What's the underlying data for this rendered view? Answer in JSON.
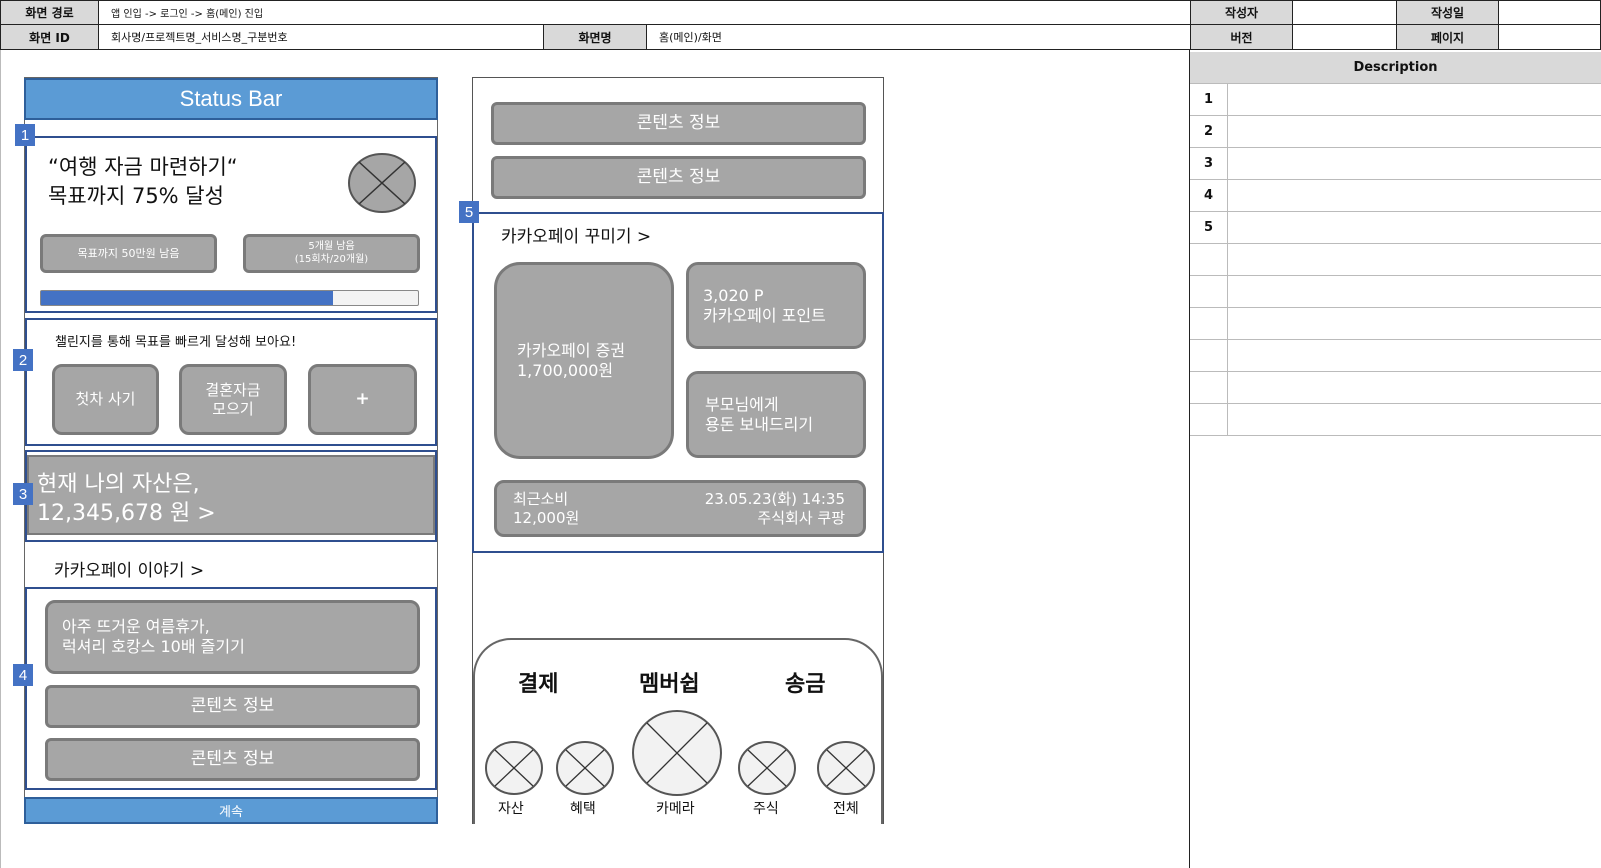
{
  "header": {
    "screen_path_label": "화면 경로",
    "screen_path": "앱 인입 -> 로그인 -> 홈(메인) 진입",
    "author_label": "작성자",
    "author": "",
    "date_label": "작성일",
    "date": "",
    "screen_id_label": "화면 ID",
    "screen_id": "회사명/프로젝트명_서비스명_구분번호",
    "screen_name_label": "화면명",
    "screen_name": "홈(메인)/화면",
    "version_label": "버전",
    "version": "",
    "page_label": "페이지",
    "page": ""
  },
  "description": {
    "title": "Description",
    "rows": [
      "1",
      "2",
      "3",
      "4",
      "5",
      "",
      "",
      "",
      "",
      "",
      ""
    ]
  },
  "left_screen": {
    "status_bar": "Status Bar",
    "badges": [
      "1",
      "2",
      "3",
      "4"
    ],
    "goal": {
      "title_line1": "“여행 자금 마련하기“",
      "title_line2": "목표까지 75% 달성",
      "remaining_amount": "목표까지 50만원 남음",
      "remaining_months_line1": "5개월 남음",
      "remaining_months_line2": "(15회차/20개월)",
      "progress": 0.775
    },
    "challenge": {
      "caption": "챌린지를 통해 목표를 빠르게 달성해 보아요!",
      "items": [
        "첫차 사기",
        "결혼자금\n모으기",
        "+"
      ]
    },
    "assets": {
      "line1": "현재 나의 자산은,",
      "line2": "12,345,678 원 >"
    },
    "story": {
      "title": "카카오페이 이야기 >",
      "featured": "아주 뜨거운 여름휴가,\n럭셔리 호캉스 10배 즐기기",
      "items": [
        "콘텐츠 정보",
        "콘텐츠 정보"
      ]
    },
    "continue": "계속"
  },
  "right_screen": {
    "top_contents": [
      "콘텐츠 정보",
      "콘텐츠 정보"
    ],
    "badge": "5",
    "decorate": {
      "title": "카카오페이 꾸미기 >",
      "securities": "카카오페이 증권\n1,700,000원",
      "points": "3,020 P\n카카오페이 포인트",
      "parents": "부모님에게\n용돈 보내드리기",
      "recent_left": "최근소비\n12,000원",
      "recent_right_line1": "23.05.23(화) 14:35",
      "recent_right_line2": "주식회사 쿠팡"
    },
    "bottom_nav": {
      "tabs": [
        "결제",
        "멤버쉽",
        "송금"
      ],
      "icons": [
        "자산",
        "혜택",
        "카메라",
        "주식",
        "전체"
      ]
    }
  }
}
